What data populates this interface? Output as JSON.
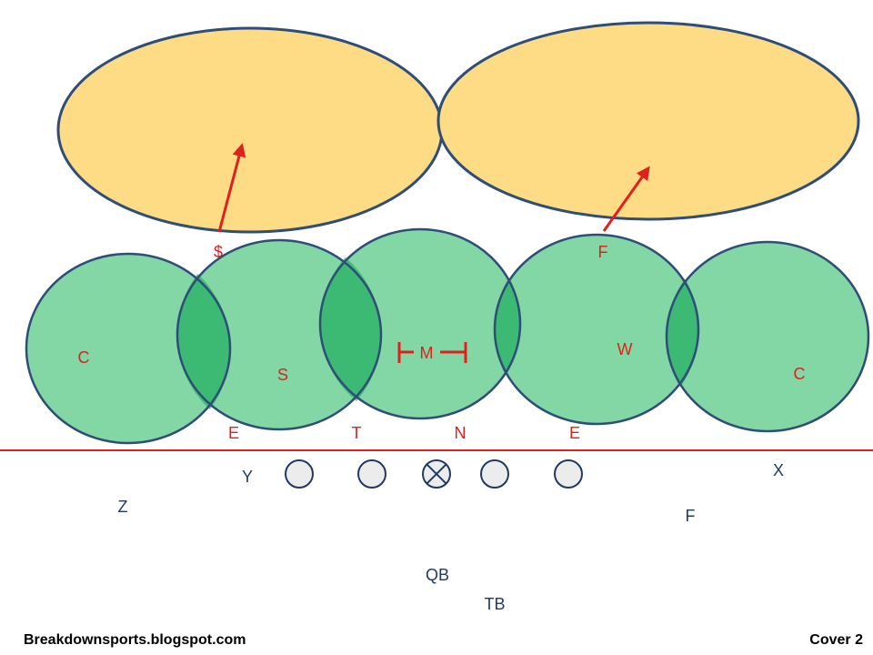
{
  "colors": {
    "deep_zone_fill": "#FDDC85",
    "underneath_zone_fill": "#5FCC8C",
    "zone_stroke": "#2E4D78",
    "defense_label": "#E0201C",
    "offense_label": "#1F3A63",
    "line_of_scrimmage": "#E0201C",
    "lineman_fill": "#ECECEC",
    "footer_text": "#000000"
  },
  "diagram": {
    "defense": {
      "strong_safety": "$",
      "free_safety": "F",
      "left_corner": "C",
      "sam": "S",
      "mike": "M",
      "will": "W",
      "right_corner": "C",
      "left_end": "E",
      "tackle": "T",
      "nose": "N",
      "right_end": "E"
    },
    "offense": {
      "tight_end": "Y",
      "split_end": "X",
      "flanker": "Z",
      "slot": "F",
      "quarterback": "QB",
      "tailback": "TB"
    }
  },
  "footer": {
    "site": "Breakdownsports.blogspot.com",
    "coverage": "Cover 2"
  }
}
